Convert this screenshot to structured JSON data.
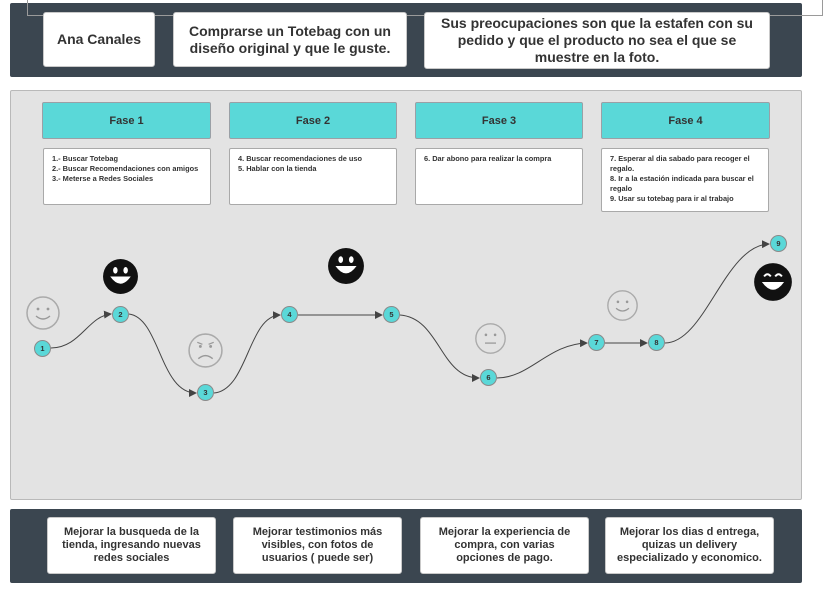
{
  "persona": {
    "name": "Ana Canales",
    "goal": "Comprarse un Totebag con un diseño original y que le guste.",
    "concerns": "Sus preocupaciones son que la estafen con su pedido y que el producto no sea el que se muestre en la foto."
  },
  "phases": [
    {
      "title": "Fase 1",
      "tasks": [
        "1.- Buscar Totebag",
        "2.- Buscar Recomendaciones con amigos",
        "3.- Meterse a Redes Sociales"
      ]
    },
    {
      "title": "Fase 2",
      "tasks": [
        "4. Buscar recomendaciones de uso",
        "5. Hablar con la tienda"
      ]
    },
    {
      "title": "Fase 3",
      "tasks": [
        "6. Dar abono para realizar la compra"
      ]
    },
    {
      "title": "Fase 4",
      "tasks": [
        "7. Esperar al dia sabado para recoger el regalo.",
        "8. Ir a la estación indicada para buscar el regalo",
        "9. Usar su totebag para ir al trabajo"
      ]
    }
  ],
  "journey": {
    "nodes": [
      "1",
      "2",
      "3",
      "4",
      "5",
      "6",
      "7",
      "8",
      "9"
    ],
    "emotions": [
      "content",
      "very-happy",
      "sad",
      "very-happy",
      "neutral",
      "content",
      "very-happy"
    ]
  },
  "improvements": [
    "Mejorar la  busqueda  de la tienda, ingresando nuevas redes sociales",
    "Mejorar testimonios más visibles, con fotos de usuarios ( puede ser)",
    "Mejorar la experiencia de compra, con varias opciones de pago.",
    "Mejorar los dias d entrega, quizas un delivery especializado y economico."
  ],
  "colors": {
    "band": "#3b4650",
    "accent": "#5ad8d8",
    "canvas": "#e3e3e3"
  }
}
